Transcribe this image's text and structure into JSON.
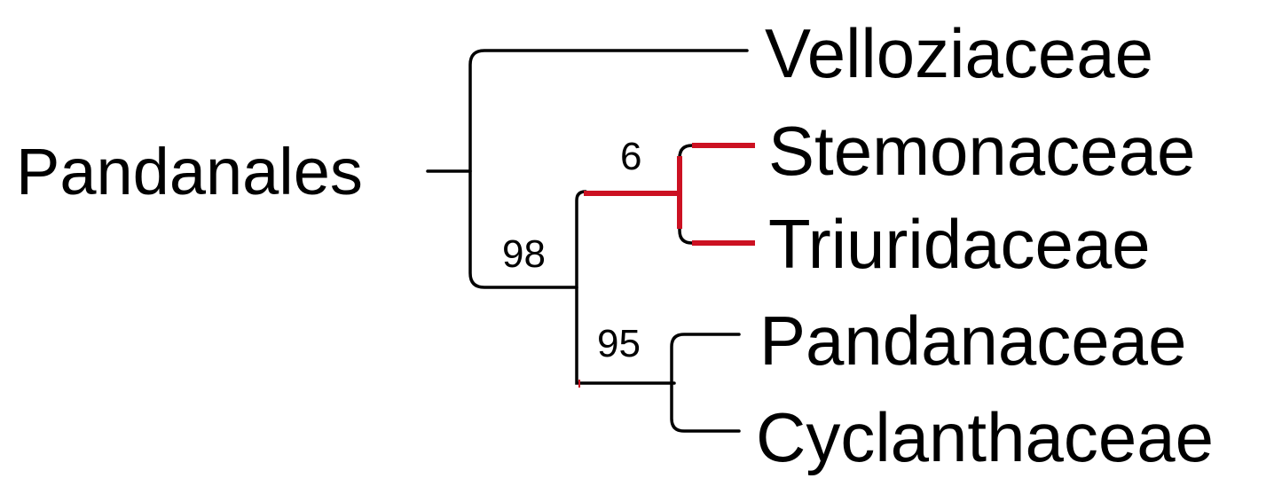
{
  "tree": {
    "root_label": "Pandanales",
    "taxa": {
      "velloziaceae": "Velloziaceae",
      "stemonaceae": "Stemonaceae",
      "triuridaceae": "Triuridaceae",
      "pandanaceae": "Pandanaceae",
      "cyclanthaceae": "Cyclanthaceae"
    },
    "support_values": {
      "stemonaceae_triuridaceae": "6",
      "core_clade": "98",
      "pandanaceae_cyclanthaceae": "95"
    },
    "highlighted_clade": [
      "Stemonaceae",
      "Triuridaceae"
    ]
  },
  "colors": {
    "branch": "#000000",
    "highlight": "#cc1122",
    "text": "#000000"
  }
}
